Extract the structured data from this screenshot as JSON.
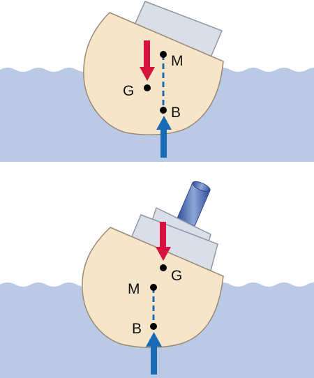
{
  "colors": {
    "water": "#bac9e6",
    "hull": "#f6e5c9",
    "hull_stroke": "#9a8a73",
    "cabin": "#d9dee8",
    "cabin_stroke": "#8f97a6",
    "gravity_arrow": "#d6133f",
    "buoyancy_arrow": "#1a6bb5",
    "metacentre_line": "#1a6bb5",
    "point": "#000000"
  },
  "panels": [
    {
      "id": "stable",
      "points": {
        "M": "M",
        "G": "G",
        "B": "B"
      }
    },
    {
      "id": "unstable",
      "points": {
        "M": "M",
        "G": "G",
        "B": "B"
      }
    }
  ],
  "icons": {
    "gravity": "down-arrow-icon",
    "buoyancy": "up-arrow-icon",
    "point": "dot-icon"
  }
}
